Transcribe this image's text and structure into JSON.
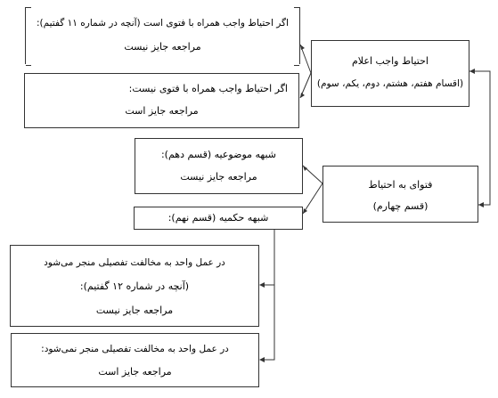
{
  "diagram": {
    "nodes": {
      "obligatory_caution": {
        "line1": "احتیاط واجب اعلام",
        "line2": "(اقسام هفتم، هشتم، دوم، یکم، سوم)"
      },
      "caution_with_fatwa": {
        "line1": "اگر احتیاط واجب همراه با فتوی است (آنچه در شماره ۱۱ گفتیم):",
        "line2": "مراجعه جایز نیست"
      },
      "caution_without_fatwa": {
        "line1": "اگر احتیاط واجب همراه با فتوی نیست:",
        "line2": "مراجعه جایز است"
      },
      "fatwa_to_caution": {
        "line1": "فتوای به احتیاط",
        "line2": "(قسم چهارم)"
      },
      "subject_doubt": {
        "line1": "شبهه موضوعیه (قسم دهم):",
        "line2": "مراجعه جایز نیست"
      },
      "ruling_doubt": {
        "line1": "شبهه حکمیه (قسم نهم):"
      },
      "leads_to_violation": {
        "line1": "در عمل واحد به مخالفت تفصیلی منجر می‌شود",
        "line2": "(آنچه در شماره ۱۲ گفتیم):",
        "line3": "مراجعه جایز نیست"
      },
      "no_violation": {
        "line1": "در عمل واحد به مخالفت تفصیلی منجر نمی‌شود:",
        "line2": "مراجعه جایز است"
      }
    }
  }
}
